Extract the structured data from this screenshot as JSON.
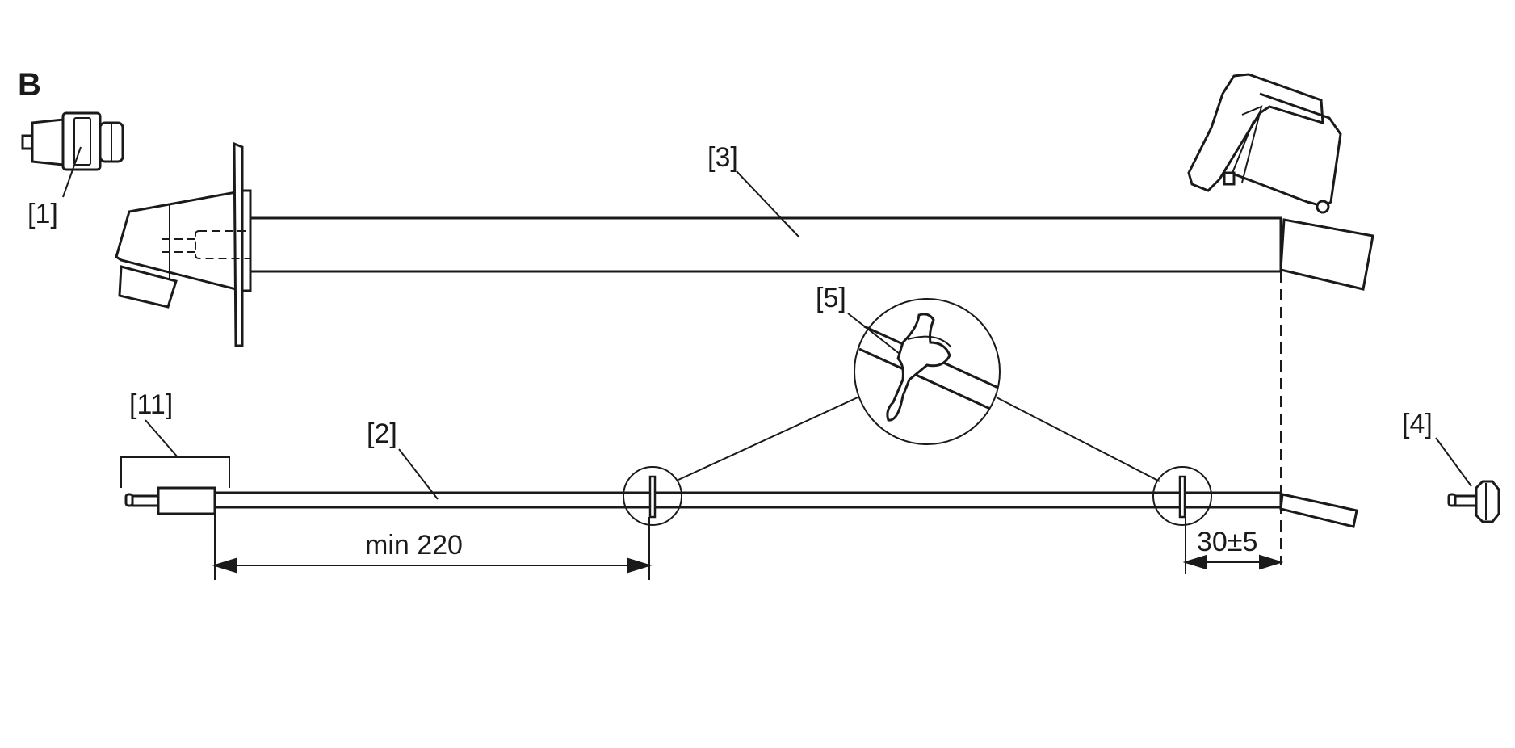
{
  "figure": {
    "panel_letter": "B",
    "labels": {
      "part_1": "[1]",
      "part_2": "[2]",
      "part_3": "[3]",
      "part_4": "[4]",
      "part_5": "[5]",
      "part_11": "[11]"
    },
    "dimensions": {
      "min_distance": "min 220",
      "end_distance": "30±5"
    }
  }
}
